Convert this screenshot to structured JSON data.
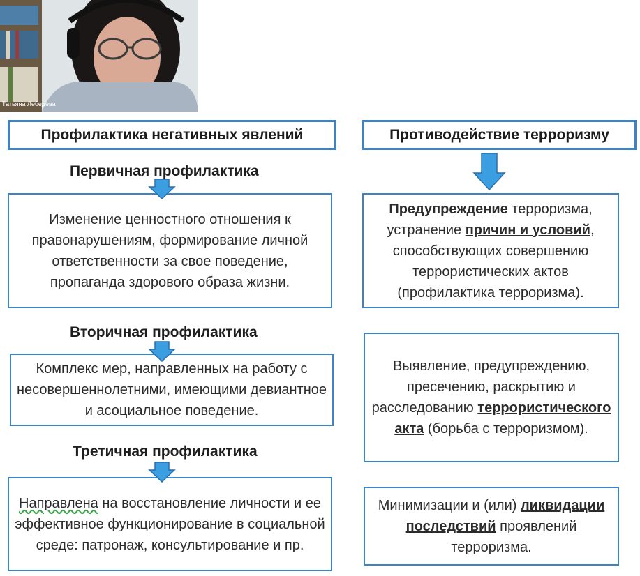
{
  "webcam": {
    "participant_name": "Татьяна Лебедева"
  },
  "left": {
    "title": "Профилактика негативных явлений",
    "sections": [
      {
        "heading": "Первичная профилактика",
        "text": "Изменение ценностного отношения к правонарушениям, формирование личной ответственности за свое поведение, пропаганда здорового образа жизни."
      },
      {
        "heading": "Вторичная профилактика",
        "text": "Комплекс мер, направленных на работу с несовершеннолетними, имеющими девиантное и асоциальное поведение."
      },
      {
        "heading": "Третичная профилактика",
        "text_underlined": "Направлена",
        "text_rest": " на восстановление личности и ее эффективное функционирование в социальной среде: патронаж, консультирование и пр."
      }
    ]
  },
  "right": {
    "title": "Противодействие терроризму",
    "box1": {
      "bold1": "Предупреждение",
      "t1": " терроризма, устранение ",
      "bold2": "причин и условий",
      "t2": ", способствующих совершению террористических актов (профилактика терроризма)."
    },
    "box2": {
      "t1": "Выявление, предупреждению, пресечению, раскрытию и расследованию ",
      "bold": "террористического акта",
      "t2": " (борьба с терроризмом)."
    },
    "box3": {
      "t1": "Минимизации и (или) ",
      "bold": "ликвидации последствий",
      "t2": " проявлений терроризма."
    }
  },
  "colors": {
    "border": "#3c84c4",
    "arrow": "#3a9ee0",
    "arrow_stroke": "#2a6fb0"
  }
}
